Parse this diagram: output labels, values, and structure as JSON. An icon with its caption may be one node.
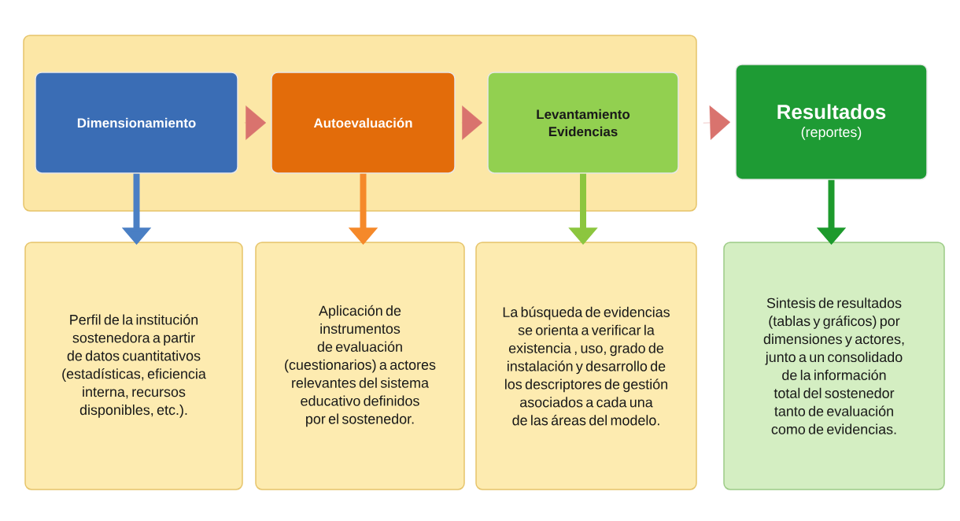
{
  "diagram": {
    "nodes": [
      {
        "text": [],
        "shape": "box"
      },
      {
        "text": [
          "Dimensionamiento"
        ],
        "in": 0
      },
      {
        "text": [
          "Autoevaluación"
        ],
        "in": 0
      },
      {
        "text": [
          "Levantamiento Evidencias"
        ],
        "in": 0
      },
      {
        "text": [
          "Resultados",
          "(reportes)"
        ]
      },
      {
        "text": [
          "Perfil de la institución sostenedora a partir de datos cuantitativos (estadísticas, eficiencia interna, recursos disponibles, etc.)."
        ]
      },
      {
        "text": [
          "Aplicación de instrumentos de evaluación (cuestionarios) a actores relevantes del sistema educativo definidos por el sostenedor."
        ]
      },
      {
        "text": [
          "La búsqueda de evidencias se orienta a verificar la existencia , uso, grado de instalación y desarrollo de los descriptores de gestión asociados a cada una de las áreas del modelo."
        ]
      },
      {
        "text": [
          "Sintesis de resultados (tablas y gráficos) por dimensiones y actores, junto a un consolidado de la información total del sostenedor tanto de evaluación como de evidencias."
        ]
      }
    ],
    "edges": [
      {
        "from": 1,
        "to": 2,
        "arrow": "to"
      },
      {
        "from": 2,
        "to": 3,
        "arrow": "to"
      },
      {
        "from": 0,
        "to": 4,
        "arrow": "to"
      },
      {
        "from": 1,
        "to": 5,
        "arrow": "to",
        "color": "#4a7fc4"
      },
      {
        "from": 2,
        "to": 6,
        "arrow": "to",
        "color": "#f5892a"
      },
      {
        "from": 3,
        "to": 7,
        "arrow": "to",
        "color": "#8cc63f"
      },
      {
        "from": 4,
        "to": 8,
        "arrow": "to",
        "color": "#1d9a2c"
      }
    ]
  }
}
